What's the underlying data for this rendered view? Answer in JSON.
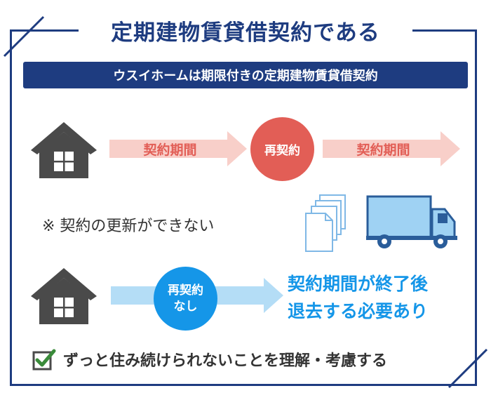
{
  "title": "定期建物賃貸借契約である",
  "banner": "ウスイホームは期限付きの定期建物賃貸借契約",
  "flow1": {
    "period1": "契約期間",
    "renew": "再契約",
    "period2": "契約期間"
  },
  "note": "※ 契約の更新ができない",
  "flow2": {
    "circle_line1": "再契約",
    "circle_line2": "なし",
    "result_line1": "契約期間が終了後",
    "result_line2": "退去する必要あり"
  },
  "footer": "ずっと住み続けられないことを理解・考慮する",
  "colors": {
    "navy": "#1e3c80",
    "red": "#e25e56",
    "pink_arrow": "#f8cfc9",
    "blue": "#1596e8",
    "light_blue_arrow": "#b4ddf6",
    "house": "#4a4a4a",
    "check": "#3a8b3a"
  },
  "icons": [
    "house-icon",
    "documents-icon",
    "truck-icon",
    "checkbox-icon"
  ]
}
